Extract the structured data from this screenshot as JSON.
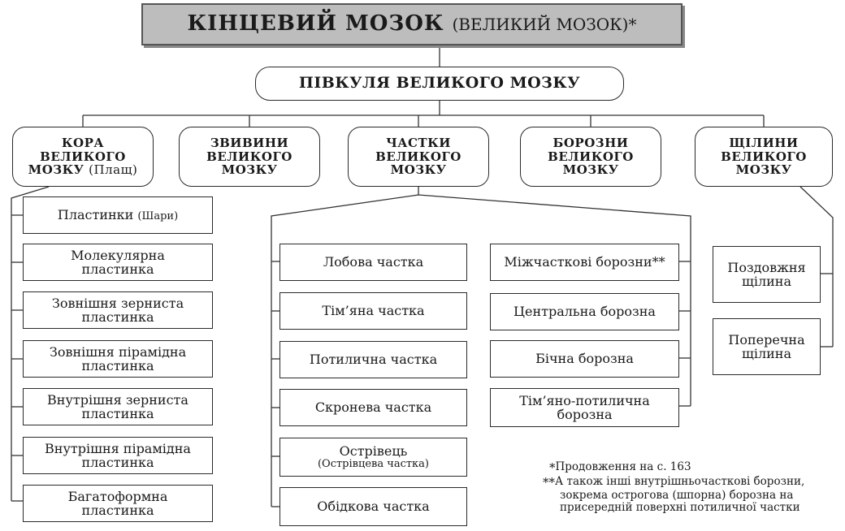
{
  "title": {
    "main": "КІНЦЕВИЙ МОЗОК",
    "sub": "(ВЕЛИКИЙ МОЗОК)*"
  },
  "hemisphere": "ПІВКУЛЯ ВЕЛИКОГО МОЗКУ",
  "categories": [
    {
      "line1": "КОРА",
      "line2": "ВЕЛИКОГО",
      "line3": "МОЗКУ",
      "extra": "(Плащ)"
    },
    {
      "line1": "ЗВИВИНИ",
      "line2": "ВЕЛИКОГО",
      "line3": "МОЗКУ"
    },
    {
      "line1": "ЧАСТКИ",
      "line2": "ВЕЛИКОГО",
      "line3": "МОЗКУ"
    },
    {
      "line1": "БОРОЗНИ",
      "line2": "ВЕЛИКОГО",
      "line3": "МОЗКУ"
    },
    {
      "line1": "ЩІЛИНИ",
      "line2": "ВЕЛИКОГО",
      "line3": "МОЗКУ"
    }
  ],
  "cortex_items": [
    {
      "line1": "Пластинки",
      "small": "(Шари)"
    },
    {
      "line1": "Молекулярна",
      "line2": "пластинка"
    },
    {
      "line1": "Зовнішня зерниста",
      "line2": "пластинка"
    },
    {
      "line1": "Зовнішня пірамідна",
      "line2": "пластинка"
    },
    {
      "line1": "Внутрішня зерниста",
      "line2": "пластинка"
    },
    {
      "line1": "Внутрішня пірамідна",
      "line2": "пластинка"
    },
    {
      "line1": "Багатоформна",
      "line2": "пластинка"
    }
  ],
  "lobes": [
    {
      "line1": "Лобова частка"
    },
    {
      "line1": "Тім’яна частка"
    },
    {
      "line1": "Потилична частка"
    },
    {
      "line1": "Скронева частка"
    },
    {
      "line1": "Острівець",
      "small": "(Острівцева частка)"
    },
    {
      "line1": "Обідкова частка"
    }
  ],
  "sulci": [
    {
      "line1": "Міжчасткові борозни**"
    },
    {
      "line1": "Центральна борозна"
    },
    {
      "line1": "Бічна борозна"
    },
    {
      "line1": "Тім’яно-потилична",
      "line2": "борозна"
    }
  ],
  "fissures": [
    {
      "line1": "Поздовжня",
      "line2": "щілина"
    },
    {
      "line1": "Поперечна",
      "line2": "щілина"
    }
  ],
  "footnotes": {
    "mark1": "*",
    "note1": "Продовження на с. 163",
    "mark2": "**",
    "note2_line1": "А також інші внутрішньочасткові борозни,",
    "note2_line2": "зокрема острогова (шпорна) борозна на",
    "note2_line3": "присередній поверхні потиличної частки"
  }
}
